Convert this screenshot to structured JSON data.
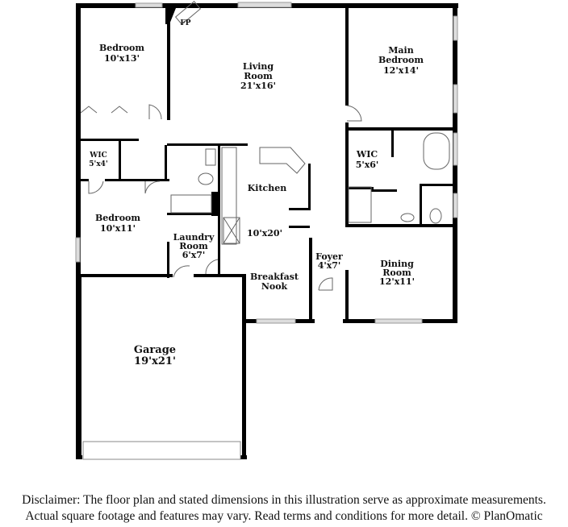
{
  "rooms": [
    {
      "name": "Bedroom",
      "size": "10'x13'"
    },
    {
      "name": "Living Room",
      "size": "21'x16'"
    },
    {
      "name": "Main Bedroom",
      "size": "12'x14'"
    },
    {
      "name": "WIC",
      "size": "5'x4'"
    },
    {
      "name": "WIC",
      "size": "5'x6'"
    },
    {
      "name": "Kitchen",
      "size": "10'x20'"
    },
    {
      "name": "Bedroom",
      "size": "10'x11'"
    },
    {
      "name": "Laundry Room",
      "size": "6'x7'"
    },
    {
      "name": "Breakfast Nook",
      "size": ""
    },
    {
      "name": "Foyer",
      "size": "4'x7'"
    },
    {
      "name": "Dining Room",
      "size": "12'x11'"
    },
    {
      "name": "Garage",
      "size": "19'x21'"
    }
  ],
  "fireplace_label": "FP",
  "disclaimer": {
    "line1": "Disclaimer: The floor plan and stated dimensions in this illustration serve as approximate measurements.",
    "line2": "Actual square footage and features may vary. Read terms and conditions for more detail. © PlanOmatic"
  },
  "colors": {
    "wall": "#000000",
    "window": "#bbbbbb",
    "fixture": "#555555"
  }
}
